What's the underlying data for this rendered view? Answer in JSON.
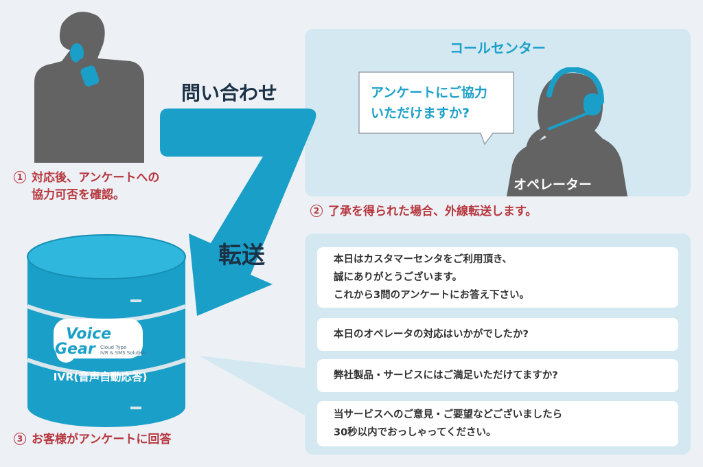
{
  "labels": {
    "step1_num": "1",
    "step1_line1": "対応後、アンケートへの",
    "step1_line2": "協力可否を確認。",
    "inquiry": "問い合わせ",
    "transfer": "転送",
    "callcenter_title": "コールセンター",
    "bubble_line1": "アンケートにご協力",
    "bubble_line2": "いただけますか?",
    "operator": "オペレーター",
    "step2_num": "2",
    "step2_text": "了承を得られた場合、外線転送します。",
    "ivr_label": "IVR(音声自動応答)",
    "step3_num": "3",
    "step3_text": "お客様がアンケートに回答"
  },
  "logo": {
    "voice": "Voice",
    "gear": "Gear",
    "sub1": "Cloud Type",
    "sub2": "IVR & SMS Solution"
  },
  "messages": [
    {
      "lines": [
        "本日はカスタマーセンタをご利用頂き、",
        "誠にありがとうございます。",
        "これから3問のアンケートにお答え下さい。"
      ]
    },
    {
      "lines": [
        "本日のオペレータの対応はいかがでしたか?"
      ]
    },
    {
      "lines": [
        "弊社製品・サービスにはご満足いただけてますか?"
      ]
    },
    {
      "lines": [
        "当サービスへのご意見・ご要望などございましたら",
        "30秒以内でおっしゃってください。"
      ]
    }
  ],
  "colors": {
    "accent": "#1aa0c8",
    "step_text": "#b7373f",
    "silhouette": "#636363",
    "panel": "#d3e8f1",
    "headset": "#1aa0c8"
  }
}
